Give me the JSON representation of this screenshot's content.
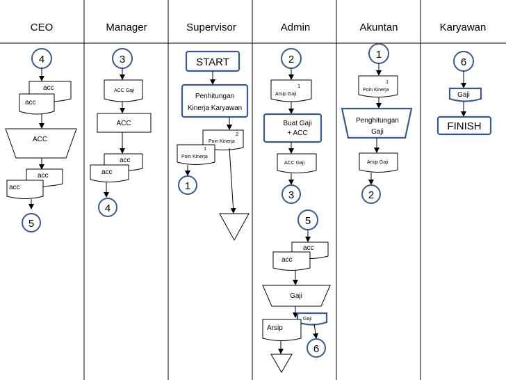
{
  "lanes": [
    "CEO",
    "Manager",
    "Supervisor",
    "Admin",
    "Akuntan",
    "Karyawan"
  ],
  "ceo": {
    "conn_top": "4",
    "doc1_a": "acc",
    "doc1_b": "acc",
    "manual_op": "ACC",
    "doc2_a": "acc",
    "doc2_b": "acc",
    "conn_bottom": "5"
  },
  "manager": {
    "conn_top": "3",
    "doc_acc_gaji": "ACC Gaji",
    "process": "ACC",
    "doc_a": "acc",
    "doc_b": "acc",
    "conn_bottom": "4"
  },
  "supervisor": {
    "start": "START",
    "process_line1": "Penhitungan",
    "process_line2": "Kinerja Karyawan",
    "doc_back_num": "2",
    "doc_back_label": "Poin Kinerja",
    "doc_front_num": "1",
    "doc_front_label": "Poin Kinerja",
    "conn_bottom": "1"
  },
  "admin": {
    "conn_top": "2",
    "doc_num": "1",
    "doc_label": "Arsip Gaji",
    "process_line1": "Buat Gaji",
    "process_line2": "+ ACC",
    "doc_acc_gaji": "ACC Gaji",
    "conn_mid": "3",
    "conn_5": "5",
    "doc2_a": "acc",
    "doc2_b": "acc",
    "manual_op": "Gaji",
    "doc_gaji": "Gaji",
    "doc_arsip": "Arsip",
    "conn_6": "6"
  },
  "akuntan": {
    "conn_top": "1",
    "doc_num": "1",
    "doc_label": "Poin Kinerja",
    "process_line1": "Penghitungan",
    "process_line2": "Gaji",
    "doc_arsip_gaji": "Arsip Gaji",
    "conn_bottom": "2"
  },
  "karyawan": {
    "conn_top": "6",
    "doc_gaji": "Gaji",
    "terminal": "FINISH"
  }
}
